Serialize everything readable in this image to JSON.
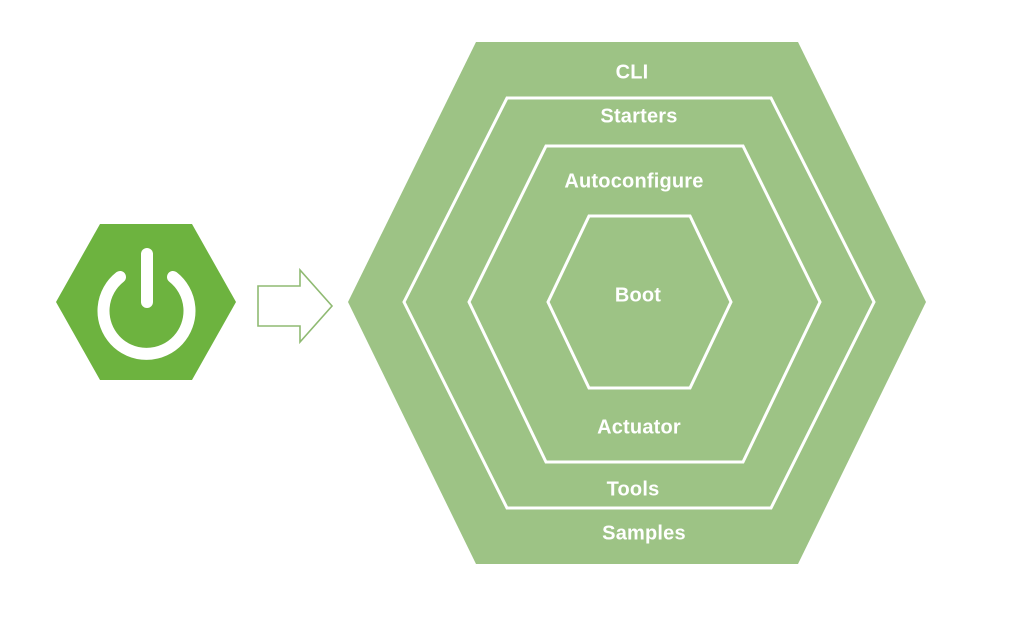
{
  "diagram": {
    "layers": {
      "cli": "CLI",
      "starters": "Starters",
      "autoconfigure": "Autoconfigure",
      "boot": "Boot",
      "actuator": "Actuator",
      "tools": "Tools",
      "samples": "Samples"
    },
    "colors": {
      "hex_fill": "#9dc385",
      "hex_stroke": "#ffffff",
      "logo_fill": "#6db33f",
      "arrow_stroke": "#8fba72"
    },
    "icons": {
      "logo": "spring-power-logo",
      "arrow": "right-arrow"
    }
  }
}
